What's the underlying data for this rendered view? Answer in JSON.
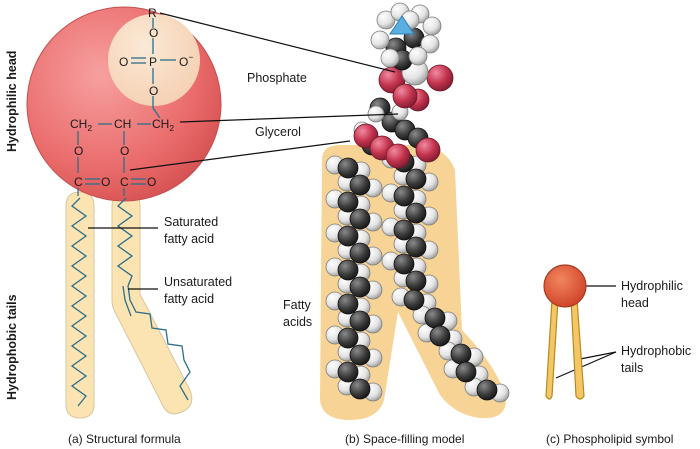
{
  "side_labels": {
    "head": "Hydrophilic head",
    "tails": "Hydrophobic tails"
  },
  "formula": {
    "r": "R",
    "o": "O",
    "p": "P",
    "o_minus": "O",
    "minus": "−",
    "ch2": "CH",
    "ch": "CH",
    "sub2": "2",
    "c": "C"
  },
  "labels": {
    "phosphate": "Phosphate",
    "glycerol": "Glycerol",
    "saturated_1": "Saturated",
    "saturated_2": "fatty acid",
    "unsaturated_1": "Unsaturated",
    "unsaturated_2": "fatty acid",
    "fatty_1": "Fatty",
    "fatty_2": "acids",
    "hydrophilic_1": "Hydrophilic",
    "hydrophilic_2": "head",
    "hydrophobic_1": "Hydrophobic",
    "hydrophobic_2": "tails"
  },
  "captions": {
    "a": "(a) Structural formula",
    "b": "(b) Space-filling model",
    "c": "(c) Phospholipid symbol"
  },
  "colors": {
    "head_sphere": "#ea6b6b",
    "phosphate_disc": "#fbe0c6",
    "tail_fill": "#fbe3b2",
    "oxygen": "#c4344e",
    "carbon": "#333333",
    "hydrogen": "#e6e6e6",
    "nitrogen": "#5aaee0",
    "symbol_head": "#e0553a",
    "symbol_tail": "#f4c764"
  }
}
